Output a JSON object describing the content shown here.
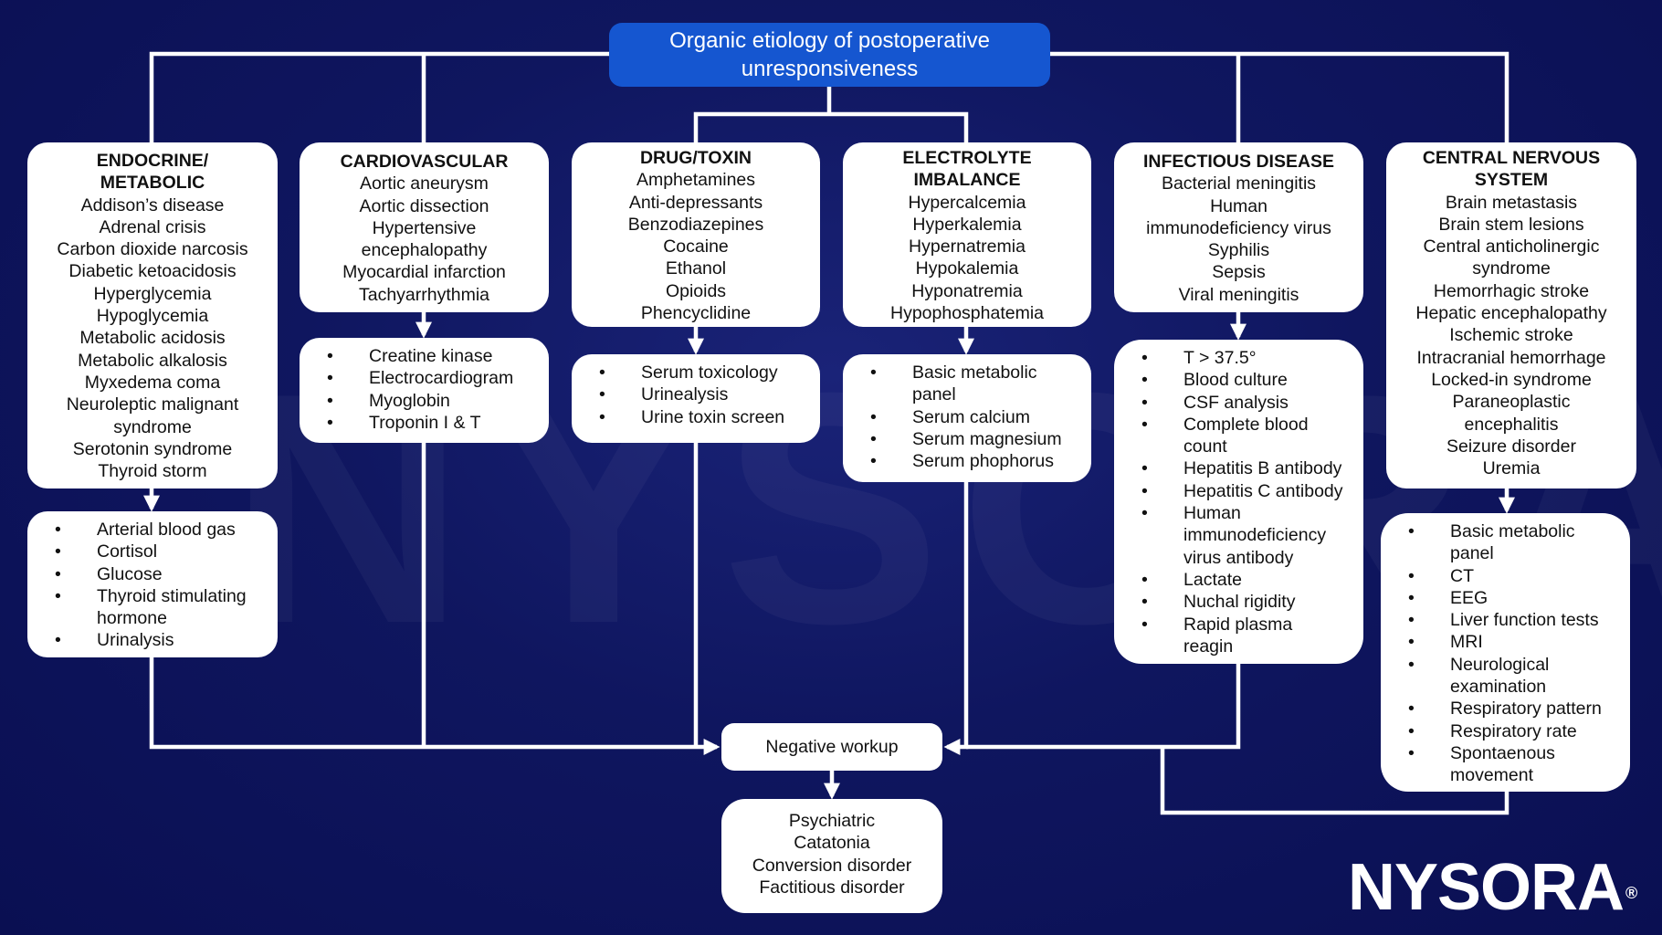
{
  "title": {
    "line1": "Organic etiology of postoperative",
    "line2": "unresponsiveness"
  },
  "columns": [
    {
      "id": "endocrine",
      "heading": [
        "ENDOCRINE/",
        "METABOLIC"
      ],
      "causes": [
        "Addison’s disease",
        "Adrenal crisis",
        "Carbon dioxide narcosis",
        "Diabetic ketoacidosis",
        "Hyperglycemia",
        "Hypoglycemia",
        "Metabolic acidosis",
        "Metabolic alkalosis",
        "Myxedema coma",
        "Neuroleptic malignant",
        "syndrome",
        "Serotonin syndrome",
        "Thyroid storm"
      ],
      "tests": [
        [
          "Arterial blood gas"
        ],
        [
          "Cortisol"
        ],
        [
          "Glucose"
        ],
        [
          "Thyroid stimulating",
          "hormone"
        ],
        [
          "Urinalysis"
        ]
      ]
    },
    {
      "id": "cardiovascular",
      "heading": [
        "CARDIOVASCULAR"
      ],
      "causes": [
        "Aortic aneurysm",
        "Aortic dissection",
        "Hypertensive",
        "encephalopathy",
        "Myocardial infarction",
        "Tachyarrhythmia"
      ],
      "tests": [
        [
          "Creatine kinase"
        ],
        [
          "Electrocardiogram"
        ],
        [
          "Myoglobin"
        ],
        [
          "Troponin I & T"
        ]
      ]
    },
    {
      "id": "drug-toxin",
      "heading": [
        "DRUG/TOXIN"
      ],
      "causes": [
        "Amphetamines",
        "Anti-depressants",
        "Benzodiazepines",
        "Cocaine",
        "Ethanol",
        "Opioids",
        "Phencyclidine"
      ],
      "tests": [
        [
          "Serum toxicology"
        ],
        [
          "Urinealysis"
        ],
        [
          "Urine toxin screen"
        ]
      ]
    },
    {
      "id": "electrolyte",
      "heading": [
        "ELECTROLYTE",
        "IMBALANCE"
      ],
      "causes": [
        "Hypercalcemia",
        "Hyperkalemia",
        "Hypernatremia",
        "Hypokalemia",
        "Hyponatremia",
        "Hypophosphatemia"
      ],
      "tests": [
        [
          "Basic metabolic",
          "panel"
        ],
        [
          "Serum calcium"
        ],
        [
          "Serum magnesium"
        ],
        [
          "Serum phophorus"
        ]
      ]
    },
    {
      "id": "infectious",
      "heading": [
        "INFECTIOUS DISEASE"
      ],
      "causes": [
        "Bacterial meningitis",
        "Human",
        "immunodeficiency virus",
        "Syphilis",
        "Sepsis",
        "Viral meningitis"
      ],
      "tests": [
        [
          "T > 37.5°"
        ],
        [
          "Blood culture"
        ],
        [
          "CSF analysis"
        ],
        [
          "Complete blood",
          "count"
        ],
        [
          "Hepatitis B antibody"
        ],
        [
          "Hepatitis C antibody"
        ],
        [
          "Human",
          "immunodeficiency",
          "virus antibody"
        ],
        [
          "Lactate"
        ],
        [
          "Nuchal rigidity"
        ],
        [
          "Rapid plasma",
          "reagin"
        ]
      ]
    },
    {
      "id": "cns",
      "heading": [
        "CENTRAL NERVOUS",
        "SYSTEM"
      ],
      "causes": [
        "Brain metastasis",
        "Brain stem lesions",
        "Central anticholinergic",
        "syndrome",
        "Hemorrhagic stroke",
        "Hepatic encephalopathy",
        "Ischemic stroke",
        "Intracranial hemorrhage",
        "Locked-in syndrome",
        "Paraneoplastic",
        "encephalitis",
        "Seizure disorder",
        "Uremia"
      ],
      "tests": [
        [
          "Basic metabolic",
          "panel"
        ],
        [
          "CT"
        ],
        [
          "EEG"
        ],
        [
          "Liver function tests"
        ],
        [
          "MRI"
        ],
        [
          "Neurological",
          "examination"
        ],
        [
          "Respiratory pattern"
        ],
        [
          "Respiratory rate"
        ],
        [
          "Spontaenous",
          "movement"
        ]
      ]
    }
  ],
  "negative_workup": "Negative workup",
  "psychiatric": {
    "heading": "Psychiatric",
    "items": [
      "Catatonia",
      "Conversion disorder",
      "Factitious disorder"
    ]
  },
  "logo": {
    "text": "NYSORA",
    "mark": "®"
  },
  "colors": {
    "background": "#0c1259",
    "title_box": "#1556d0",
    "box": "#ffffff",
    "connector": "#ffffff"
  }
}
